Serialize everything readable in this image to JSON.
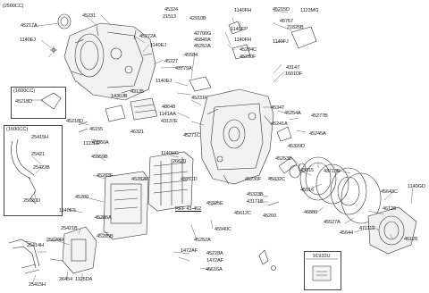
{
  "header": {
    "variant": "(2500CC)"
  },
  "inset_boxes": [
    {
      "title": "(1600CC)"
    },
    {
      "title": "(1600CC)"
    },
    {
      "title": "91932U"
    }
  ],
  "labels": [
    "45324",
    "45215D",
    "1123MG",
    "21513",
    "1140FH",
    "42910B",
    "45217A",
    "45231",
    "45757",
    "21825B",
    "1140FJ",
    "42700G",
    "1140EP",
    "45840A",
    "1140FH",
    "45252A",
    "45284C",
    "45230F",
    "1140EJ",
    "45272A",
    "1140EJ",
    "45227",
    "43779A",
    "45584",
    "1140EJ",
    "43135",
    "1430JB",
    "43147",
    "1601DF",
    "45218D",
    "45231F",
    "48648",
    "1141AA",
    "43137E",
    "46321",
    "45218D",
    "46155",
    "45241A",
    "45254A",
    "45277B",
    "1123LE",
    "45347",
    "45960A",
    "45271C",
    "45245A",
    "45320D",
    "25415H",
    "45959B",
    "25421",
    "25422B",
    "25620D",
    "45283F",
    "45282E",
    "1140HG",
    "26620",
    "45211D",
    "45253B",
    "45815",
    "43713E",
    "45332C",
    "45516",
    "45230F",
    "45643C",
    "1140GD",
    "45280",
    "1140ES",
    "45323B",
    "43171B",
    "46880",
    "46128",
    "45925E",
    "REF 43-462",
    "45612C",
    "45260",
    "45527A",
    "47111E",
    "45286A",
    "45285B",
    "45644",
    "46128",
    "45940C",
    "45252A",
    "25421B",
    "1472AF",
    "45228A",
    "25620D",
    "1472AF",
    "25414H",
    "45616A",
    "25415H",
    "26454",
    "1125DA"
  ]
}
